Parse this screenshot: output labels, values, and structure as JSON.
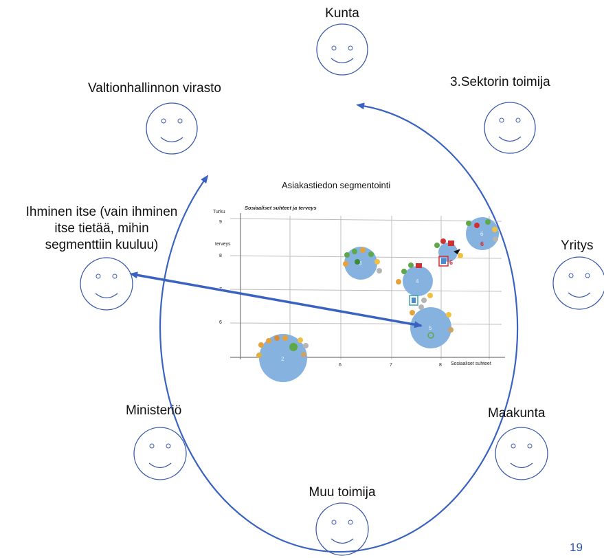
{
  "diagram": {
    "actors": [
      {
        "id": "kunta",
        "label": "Kunta"
      },
      {
        "id": "sektori3",
        "label": "3.Sektorin toimija"
      },
      {
        "id": "yritys",
        "label": "Yritys"
      },
      {
        "id": "maakunta",
        "label": "Maakunta"
      },
      {
        "id": "muu",
        "label": "Muu toimija"
      },
      {
        "id": "ministerio",
        "label": "Ministeriö"
      },
      {
        "id": "ihminen",
        "label_lines": [
          "Ihminen itse (vain ihminen",
          "itse tietää, mihin",
          "segmenttiin kuuluu)"
        ]
      },
      {
        "id": "valtio",
        "label": "Valtionhallinnon virasto"
      }
    ],
    "inset": {
      "title": "Asiakastiedon segmentointi",
      "chart_title": "Sosiaaliset suhteet ja terveys",
      "corner_label": "Turku",
      "ylabel": "terveys",
      "xlabel": "Sosiaaliset suhteet",
      "y_ticks": [
        "9",
        "8",
        "7",
        "6"
      ],
      "x_ticks": [
        "6",
        "7",
        "8"
      ],
      "segment_labels": [
        "2",
        "3",
        "4",
        "5",
        "6"
      ],
      "badge_labels": [
        "6",
        "6"
      ]
    },
    "colors": {
      "accent": "#3a62c0",
      "face_stroke": "#3b5aa8",
      "bubble": "#86b2df",
      "marker_red": "#d23030",
      "marker_green": "#5ea84a",
      "marker_orange": "#e6a23a"
    },
    "page_number": "19"
  }
}
